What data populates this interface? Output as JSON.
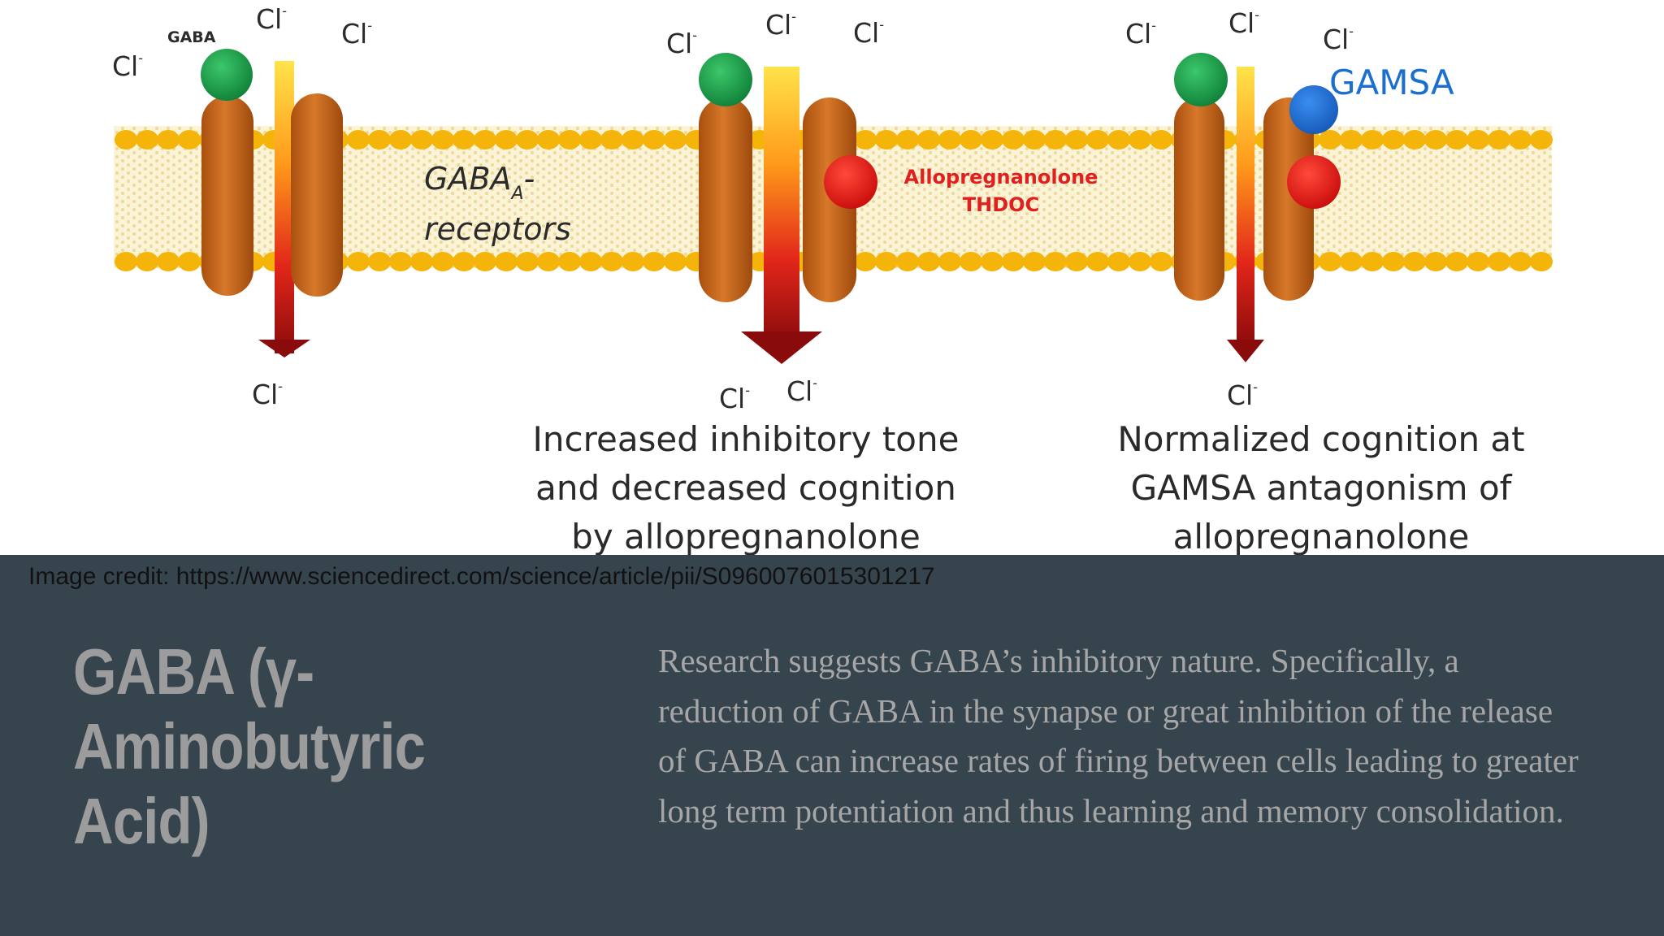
{
  "diagram": {
    "ions": {
      "symbol": "Cl",
      "charge": "-"
    },
    "labels": {
      "gaba": "GABA",
      "receptor_main": "GABA",
      "receptor_sub": "A",
      "receptor_suffix": "-",
      "receptor_line2": "receptors",
      "modulator_line1": "Allopregnanolone",
      "modulator_line2": "THDOC",
      "antagonist": "GAMSA"
    },
    "captions": {
      "middle": [
        "Increased inhibitory tone",
        "and decreased cognition",
        "by allopregnanolone"
      ],
      "right": [
        "Normalized cognition at",
        "GAMSA antagonism of",
        "allopregnanolone"
      ]
    },
    "colors": {
      "membrane": "#f4b40a",
      "receptor": "#c8651a",
      "gaba_ligand": "#1a9e4a",
      "allopregnanolone": "#e81414",
      "gamsa_ligand": "#1e6fd0"
    }
  },
  "credit": "Image credit: https://www.sciencedirect.com/science/article/pii/S0960076015301217",
  "slide": {
    "title": "GABA (γ-Aminobutyric Acid)",
    "body": "Research suggests GABA’s inhibitory nature. Specifically, a reduction of GABA in the synapse or great inhibition of the release of GABA can increase rates of firing between cells leading to greater long term potentiation and thus learning and memory consolidation."
  }
}
